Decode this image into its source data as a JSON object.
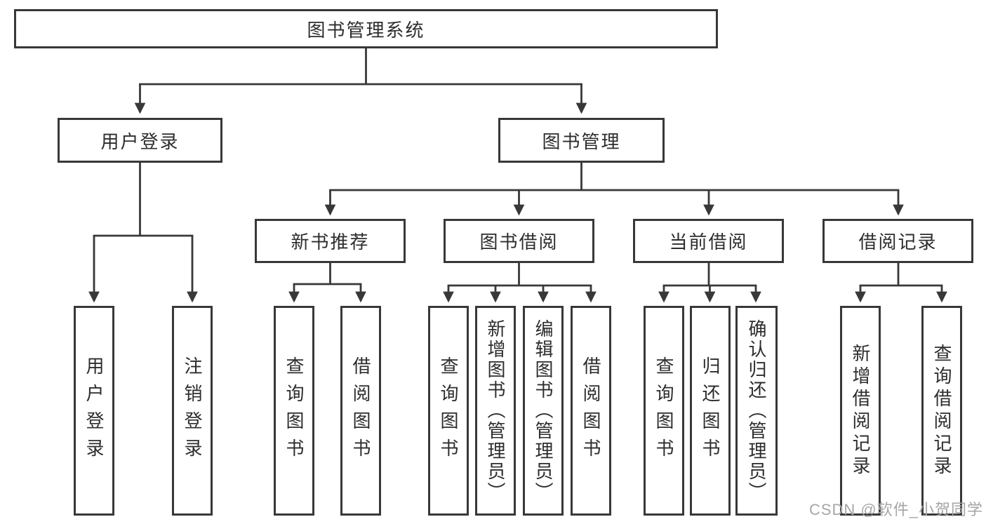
{
  "diagram": {
    "root": "图书管理系统",
    "user_login_branch": {
      "label": "用户登录",
      "children": [
        "用户登录",
        "注销登录"
      ]
    },
    "book_mgmt_branch": {
      "label": "图书管理",
      "sections": [
        {
          "label": "新书推荐",
          "children": [
            "查询图书",
            "借阅图书"
          ]
        },
        {
          "label": "图书借阅",
          "children": [
            "查询图书",
            "新增图书（管理员）",
            "编辑图书（管理员）",
            "借阅图书"
          ]
        },
        {
          "label": "当前借阅",
          "children": [
            "查询图书",
            "归还图书",
            "确认归还（管理员）"
          ]
        },
        {
          "label": "借阅记录",
          "children": [
            "新增借阅记录",
            "查询借阅记录"
          ]
        }
      ]
    }
  },
  "watermark": "CSDN @软件_小贺同学",
  "colors": {
    "line": "#383838",
    "text": "#2d2d2d",
    "watermark": "#a6a6a6"
  }
}
